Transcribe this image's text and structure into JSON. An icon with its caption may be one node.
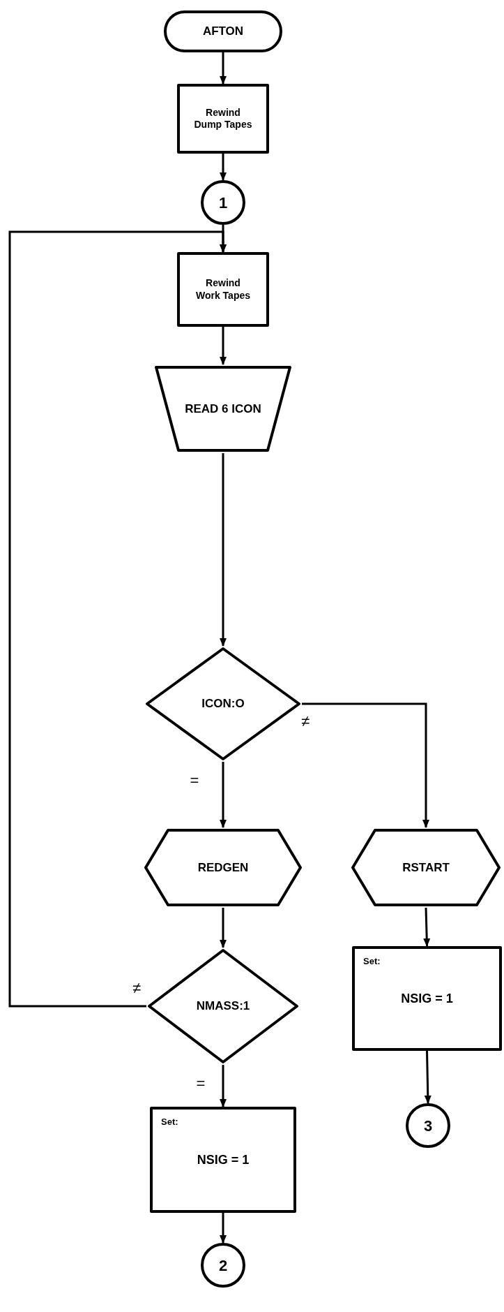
{
  "diagram": {
    "nodes": [
      {
        "text": [
          "AFTON"
        ]
      },
      {
        "text": [
          "Rewind Dump Tapes"
        ]
      },
      {
        "text": [
          "1"
        ]
      },
      {
        "text": [
          "Rewind Work Tapes"
        ]
      },
      {
        "text": [
          "READ 6 ICON"
        ]
      },
      {
        "text": [
          "ICON:O"
        ]
      },
      {
        "text": [
          "REDGEN"
        ]
      },
      {
        "text": [
          "RSTART"
        ]
      },
      {
        "text": [
          "NMASS:1"
        ]
      },
      {
        "text": [
          "Set:",
          "NSIG = 1"
        ]
      },
      {
        "text": [
          "Set:",
          "NSIG = 1"
        ]
      },
      {
        "text": [
          "3"
        ]
      },
      {
        "text": [
          "2"
        ]
      }
    ],
    "edges": [
      {
        "from": 0,
        "to": 1,
        "arrow": "to"
      },
      {
        "from": 1,
        "to": 2,
        "arrow": "to"
      },
      {
        "from": 2,
        "to": 3,
        "arrow": "to"
      },
      {
        "from": 3,
        "to": 4,
        "arrow": "to"
      },
      {
        "from": 4,
        "to": 5,
        "arrow": "to"
      },
      {
        "from": 5,
        "to": 6,
        "arrow": "to",
        "label": "="
      },
      {
        "from": 5,
        "to": 7,
        "arrow": "to",
        "label": "≠"
      },
      {
        "from": 6,
        "to": 8,
        "arrow": "to"
      },
      {
        "from": 8,
        "to": 3,
        "arrow": "to",
        "label": "≠"
      },
      {
        "from": 7,
        "to": 9,
        "arrow": "to"
      },
      {
        "from": 9,
        "to": 11,
        "arrow": "to"
      },
      {
        "from": 8,
        "to": 10,
        "arrow": "to",
        "label": "="
      },
      {
        "from": 10,
        "to": 12,
        "arrow": "to"
      }
    ]
  }
}
